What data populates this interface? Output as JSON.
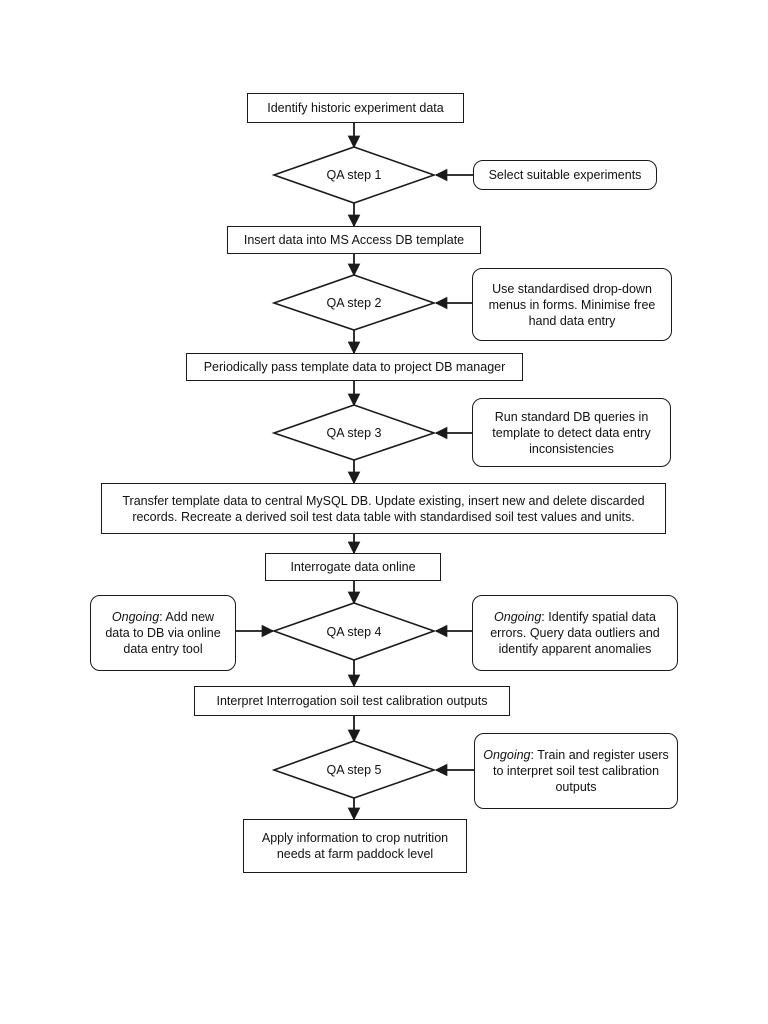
{
  "flowchart": {
    "process_boxes": [
      "Identify historic experiment data",
      "Insert data into MS Access DB template",
      "Periodically pass template data to project DB manager",
      "Transfer template data to central MySQL DB. Update existing, insert new and delete discarded records. Recreate a derived soil test data table with standardised soil test values and units.",
      "Interrogate data online",
      "Interpret Interrogation soil test calibration outputs",
      "Apply information to crop nutrition needs at farm paddock level"
    ],
    "qa_steps": [
      "QA step 1",
      "QA step 2",
      "QA step 3",
      "QA step 4",
      "QA step 5"
    ],
    "side_notes": {
      "qa1_right": {
        "lead": "",
        "text": "Select suitable experiments"
      },
      "qa2_right": {
        "lead": "",
        "text": "Use standardised drop-down menus in forms. Minimise free hand data entry"
      },
      "qa3_right": {
        "lead": "",
        "text": "Run standard DB queries in template to detect data entry inconsistencies"
      },
      "qa4_left": {
        "lead": "Ongoing",
        "text": ": Add new data to DB via online data entry tool"
      },
      "qa4_right": {
        "lead": "Ongoing",
        "text": ": Identify spatial data errors. Query data outliers and identify apparent anomalies"
      },
      "qa5_right": {
        "lead": "Ongoing",
        "text": ": Train and register users to interpret soil test calibration outputs"
      }
    }
  }
}
